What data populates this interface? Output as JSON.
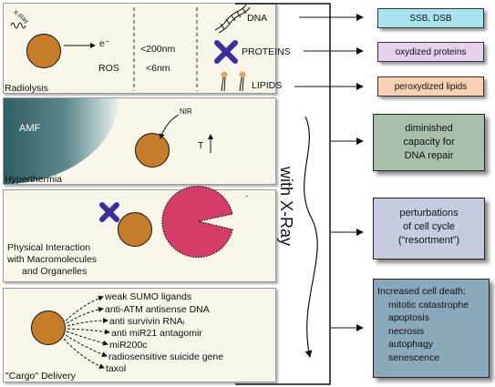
{
  "radiolysis": {
    "title": "Radiolysis",
    "xray_label": "X-Ray",
    "electron": "e⁻",
    "ros": "ROS",
    "range_electron": "<200nm",
    "range_ros": "<6nm",
    "targets": [
      "DNA",
      "PROTEINS",
      "LIPIDS"
    ]
  },
  "hyperthermia": {
    "title": "Hyperthermia",
    "field_label": "AMF",
    "nir_label": "NIR",
    "temp_label": "T"
  },
  "physical": {
    "title_lines": [
      "Physical Interaction",
      "with Macromolecules",
      "and Organelles"
    ]
  },
  "cargo": {
    "title": "\"Cargo\" Delivery",
    "items": [
      "weak SUMO ligands",
      "anti-ATM antisense DNA",
      "anti survivin RNAᵢ",
      "anti miR21 antagomir",
      "miR200c",
      "radiosensitive suicide gene",
      "taxol"
    ]
  },
  "axis_label": "with X-Ray",
  "outcomes": {
    "damage": [
      "SSB, DSB",
      "oxydized proteins",
      "peroxydized lipids"
    ],
    "dna_repair": [
      "diminished",
      "capacity for",
      "DNA repair"
    ],
    "cell_cycle": [
      "perturbations",
      "of cell cycle",
      "(“resortment”)"
    ],
    "cell_death": {
      "title_lines": [
        "Increased cell death:",
        "mitotic catastrophe"
      ],
      "items": [
        "apoptosis",
        "necrosis",
        "autophagy",
        "senescence"
      ]
    }
  },
  "colors": {
    "nanoparticle": "#c67d2a",
    "protein": "#3b2e9e",
    "organelle": "#d63c6a",
    "ssb_box": "#a8e4ee",
    "protein_box": "#e7d0ef",
    "lipid_box": "#f7d1b2",
    "dna_repair_box": "#a9bfae",
    "cell_cycle_box": "#c6cbe0",
    "cell_death_box": "#89a8ba"
  }
}
